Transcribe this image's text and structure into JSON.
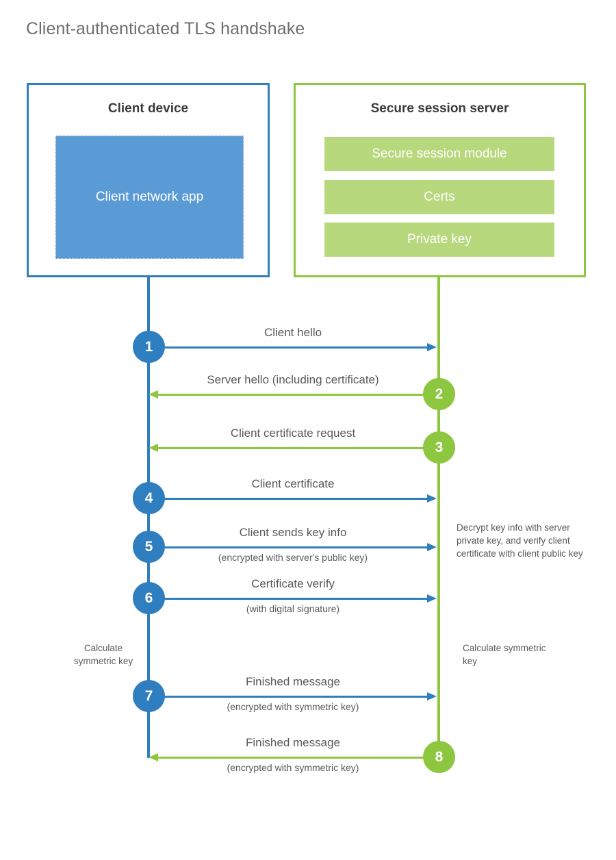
{
  "title": "Client-authenticated TLS handshake",
  "colors": {
    "client_blue": "#2f7ec0",
    "server_green": "#8dc63f",
    "app_fill": "#5b9bd5",
    "server_bar_fill": "#b8d87d",
    "text_gray": "#58595b",
    "title_gray": "#6d6e71"
  },
  "client": {
    "title": "Client device",
    "app_label": "Client network app"
  },
  "server": {
    "title": "Secure session server",
    "bars": [
      {
        "label": "Secure session module"
      },
      {
        "label": "Certs"
      },
      {
        "label": "Private key"
      }
    ]
  },
  "notes": {
    "decrypt": "Decrypt key info with server private key, and verify client certificate with client public key",
    "calculate_client": "Calculate symmetric key",
    "calculate_server": "Calculate symmetric key"
  },
  "steps": [
    {
      "number": "1",
      "label": "Client hello",
      "sublabel": "",
      "direction": "client-to-server",
      "color": "blue"
    },
    {
      "number": "2",
      "label": "Server hello (including certificate)",
      "sublabel": "",
      "direction": "server-to-client",
      "color": "green"
    },
    {
      "number": "3",
      "label": "Client certificate request",
      "sublabel": "",
      "direction": "server-to-client",
      "color": "green"
    },
    {
      "number": "4",
      "label": "Client certificate",
      "sublabel": "",
      "direction": "client-to-server",
      "color": "blue"
    },
    {
      "number": "5",
      "label": "Client sends key info",
      "sublabel": "(encrypted with server's public key)",
      "direction": "client-to-server",
      "color": "blue"
    },
    {
      "number": "6",
      "label": "Certificate verify",
      "sublabel": "(with digital signature)",
      "direction": "client-to-server",
      "color": "blue"
    },
    {
      "number": "7",
      "label": "Finished message",
      "sublabel": "(encrypted with symmetric key)",
      "direction": "client-to-server",
      "color": "blue"
    },
    {
      "number": "8",
      "label": "Finished message",
      "sublabel": "(encrypted with symmetric key)",
      "direction": "server-to-client",
      "color": "green"
    }
  ]
}
